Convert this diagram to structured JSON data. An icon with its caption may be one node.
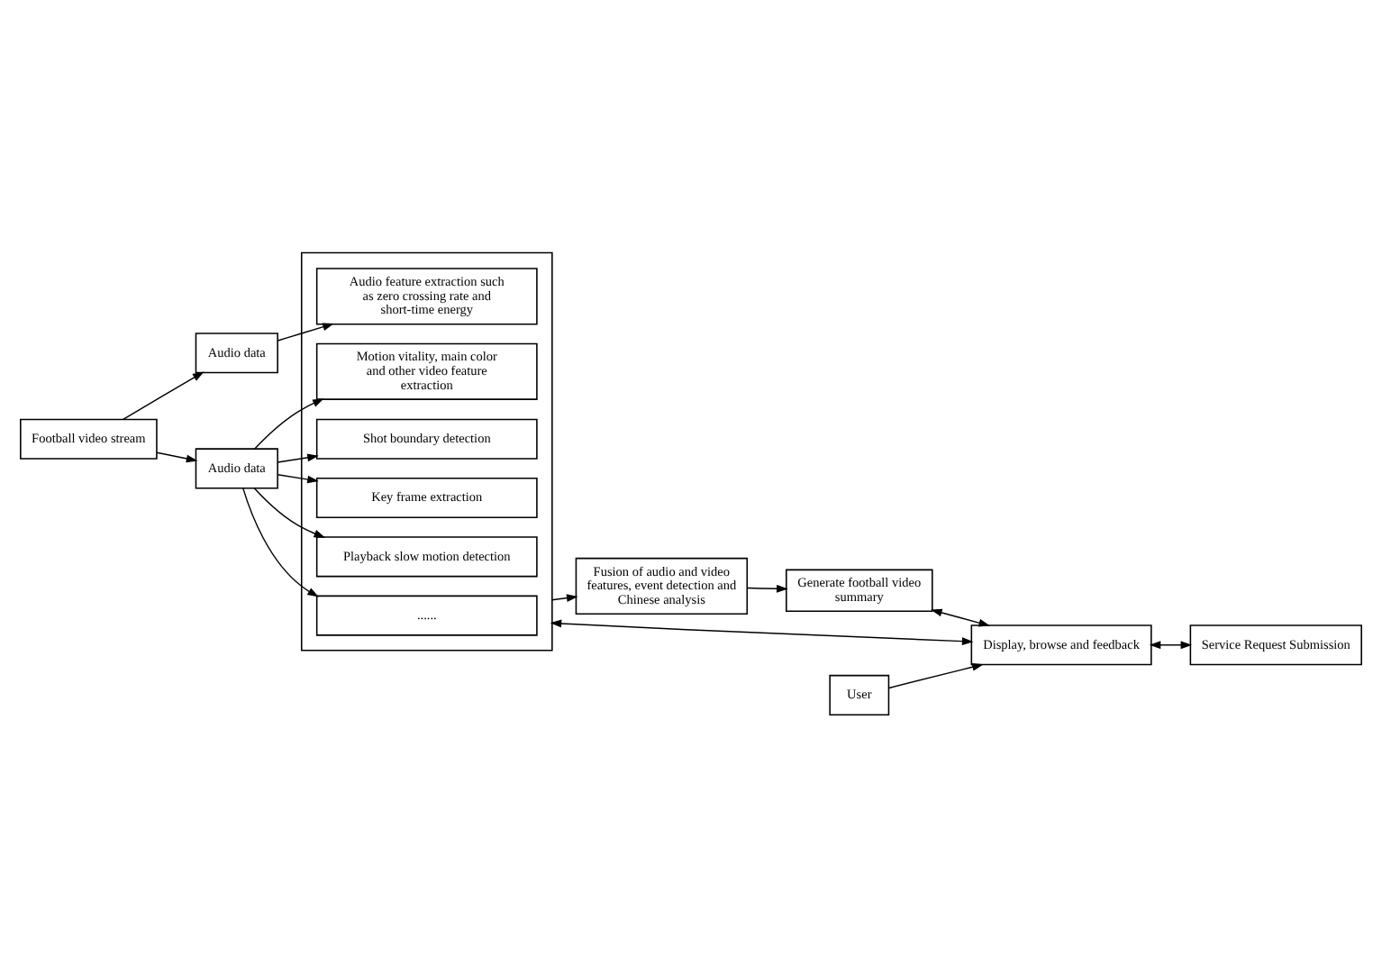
{
  "diagram": {
    "nodes": [
      {
        "text": [
          "Football video stream"
        ]
      },
      {
        "text": [
          "Audio data"
        ]
      },
      {
        "text": [
          "Audio data"
        ]
      },
      {
        "text": [],
        "shape": "box"
      },
      {
        "text": [
          "Audio feature extraction such as zero crossing rate and short-time energy"
        ],
        "in": 3
      },
      {
        "text": [
          "Motion vitality, main color and other video feature extraction"
        ],
        "in": 3
      },
      {
        "text": [
          "Shot boundary detection"
        ],
        "in": 3
      },
      {
        "text": [
          "Key frame extraction"
        ],
        "in": 3
      },
      {
        "text": [
          "Playback slow motion detection"
        ],
        "in": 3
      },
      {
        "text": [
          "......"
        ],
        "in": 3
      },
      {
        "text": [
          "Fusion of audio and video features, event detection and Chinese analysis"
        ]
      },
      {
        "text": [
          "Generate football video summary"
        ]
      },
      {
        "text": [
          "Display, browse and feedback"
        ]
      },
      {
        "text": [
          "Service Request Submission"
        ]
      },
      {
        "text": [
          "User"
        ]
      }
    ],
    "edges": [
      {
        "from": 0,
        "to": 1,
        "arrow": "to"
      },
      {
        "from": 0,
        "to": 2,
        "arrow": "to"
      },
      {
        "from": 1,
        "to": 4,
        "arrow": "to"
      },
      {
        "from": 2,
        "to": 5,
        "arrow": "to"
      },
      {
        "from": 2,
        "to": 6,
        "arrow": "to"
      },
      {
        "from": 2,
        "to": 7,
        "arrow": "to"
      },
      {
        "from": 2,
        "to": 8,
        "arrow": "to"
      },
      {
        "from": 2,
        "to": 9,
        "arrow": "to"
      },
      {
        "from": 3,
        "to": 10,
        "arrow": "to"
      },
      {
        "from": 10,
        "to": 11,
        "arrow": "to"
      },
      {
        "from": 11,
        "to": 12,
        "arrow": "both"
      },
      {
        "from": 12,
        "to": 13,
        "arrow": "both"
      },
      {
        "from": 3,
        "to": 12,
        "arrow": "both"
      },
      {
        "from": 14,
        "to": 12,
        "arrow": "to"
      }
    ]
  }
}
